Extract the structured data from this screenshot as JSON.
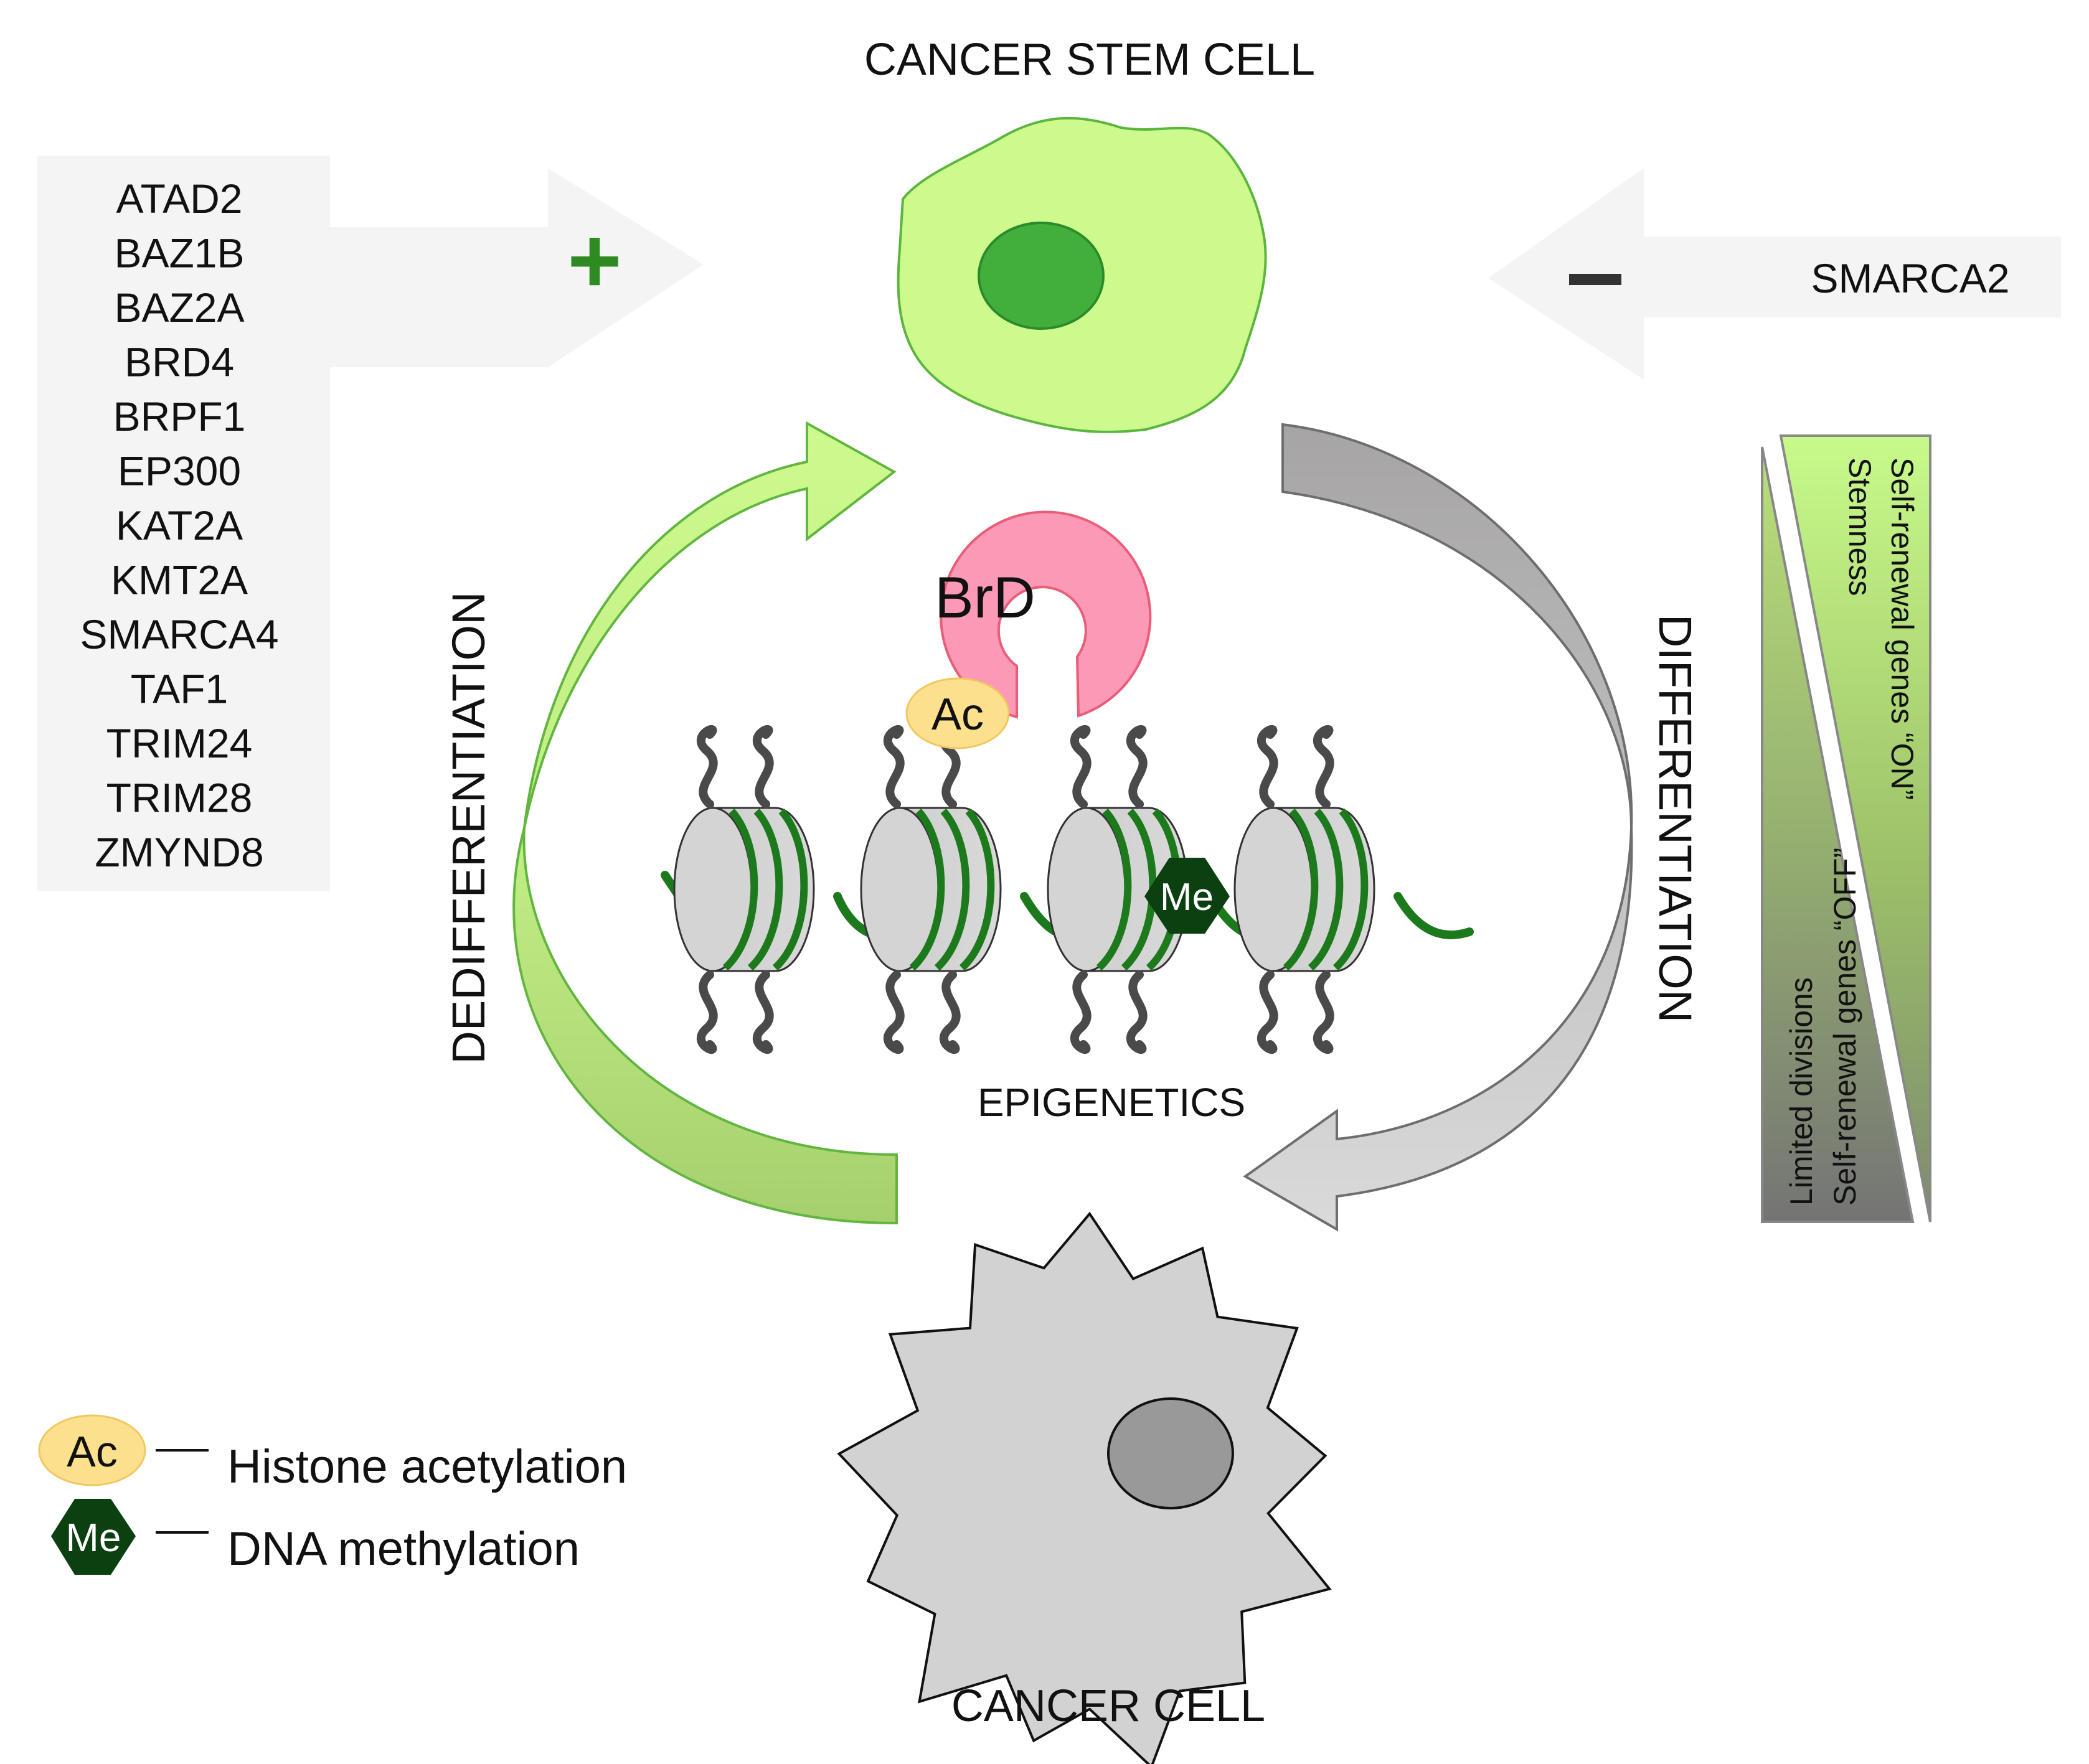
{
  "labels": {
    "top_cell": "CANCER STEM CELL",
    "bottom_cell": "CANCER CELL",
    "center": "EPIGENETICS",
    "left_arrow": "DEDIFFERENTIATION",
    "right_arrow": "DIFFERENTIATION",
    "plus_sign": "+",
    "minus_sign": "−",
    "brd": "BrD",
    "ac": "Ac",
    "me": "Me"
  },
  "promoters": [
    "ATAD2",
    "BAZ1B",
    "BAZ2A",
    "BRD4",
    "BRPF1",
    "EP300",
    "KAT2A",
    "KMT2A",
    "SMARCA4",
    "TAF1",
    "TRIM24",
    "TRIM28",
    "ZMYND8"
  ],
  "inhibitors": [
    "SMARCA2"
  ],
  "gradient": {
    "upper_line1": "Self-renewal  genes “ON”",
    "upper_line2": "Stemness",
    "lower_line1": "Limited divisions",
    "lower_line2": "Self-renewal  genes “OFF”"
  },
  "legend": [
    {
      "symbol": "Ac",
      "text": "Histone acetylation"
    },
    {
      "symbol": "Me",
      "text": "DNA methylation"
    }
  ],
  "colors": {
    "stem_cell": "#ccfa8c",
    "stem_nucleus": "#42ae3c",
    "cancer_cell": "#d2d2d2",
    "cancer_nucleus": "#999999",
    "brd": "#fb99b6",
    "ac": "#fde08e",
    "me": "#0b4011",
    "dna": "#1d7a1c",
    "panel_bg": "#f4f4f4"
  }
}
